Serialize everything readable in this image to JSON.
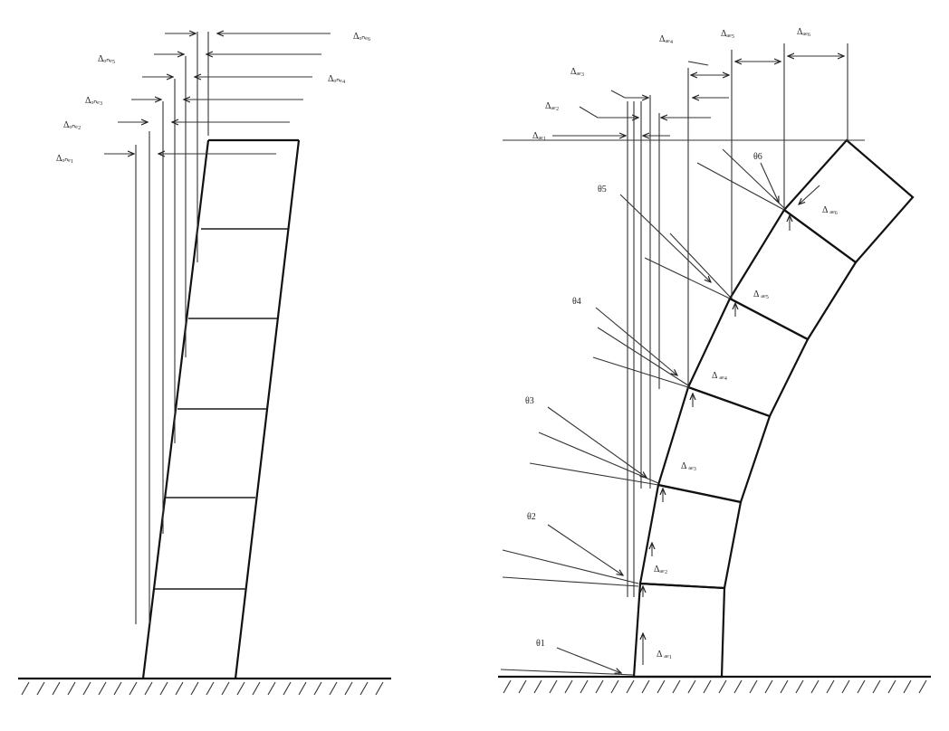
{
  "left_diagram": {
    "drift_labels": [
      "Δₒₙₑ₁",
      "Δₒₙₑ₂",
      "Δₒₙₑ₃",
      "Δₒₙₑ₄",
      "Δₒₙₑ₅",
      "Δₒₙₑ₆"
    ]
  },
  "right_diagram": {
    "top_labels": [
      "Δₐₑ₁",
      "Δₐₑ₂",
      "Δₐₑ₃",
      "Δₐₑ₄",
      "Δₐₑ₅",
      "Δₐₑ₆"
    ],
    "story_labels": [
      "Δ ₐₑ₁",
      "Δₐₑ₂",
      "Δ ₐₑ₃",
      "Δ ₐₑ₄",
      "Δ ₐₑ₅",
      "Δ ₐₑ₆"
    ],
    "angle_labels": [
      "θ1",
      "θ2",
      "θ3",
      "θ4",
      "θ5",
      "θ6"
    ]
  }
}
